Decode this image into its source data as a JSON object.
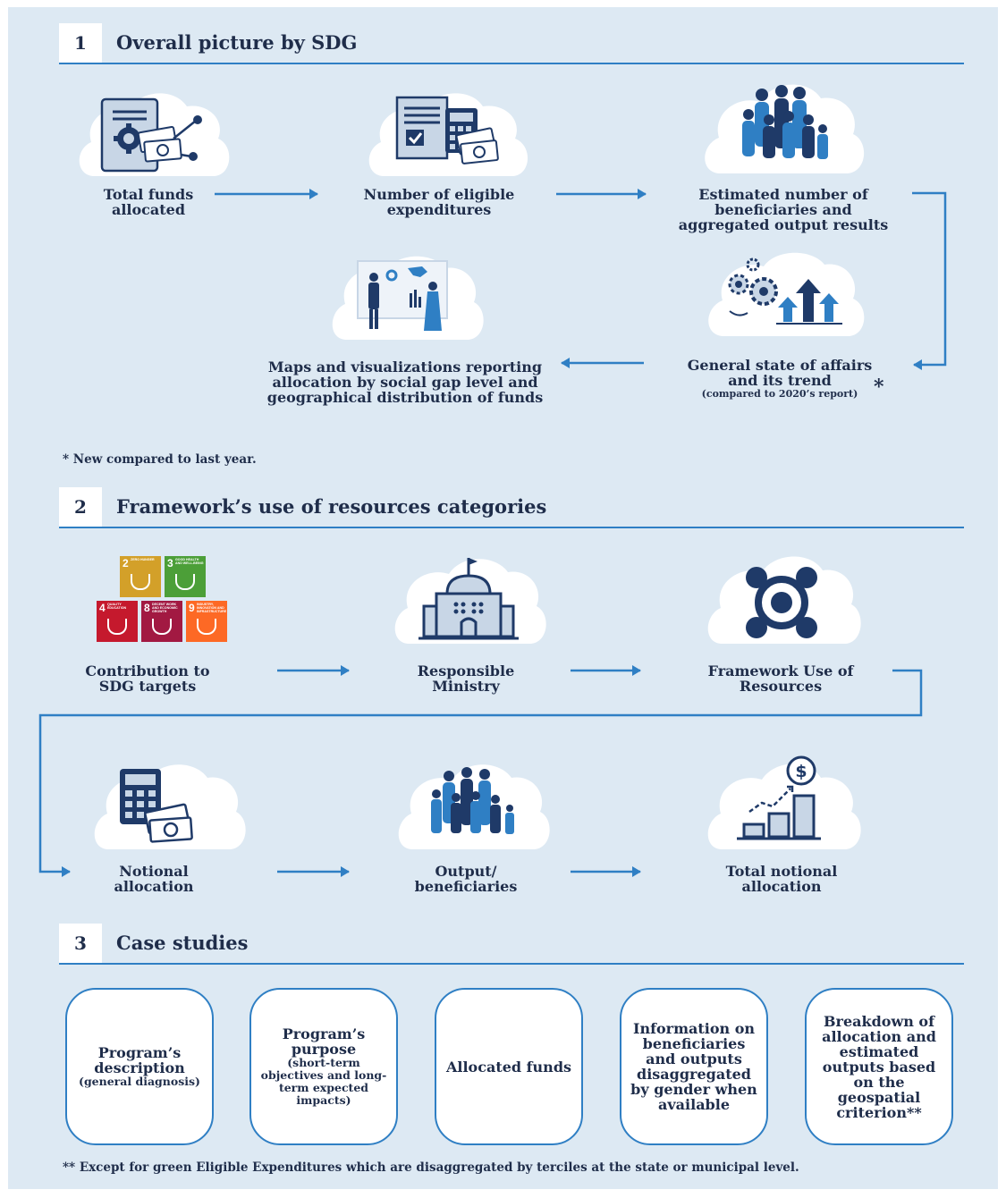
{
  "sections": [
    {
      "num": "1",
      "title": "Overall picture by SDG"
    },
    {
      "num": "2",
      "title": "Framework’s use of resources categories"
    },
    {
      "num": "3",
      "title": "Case studies"
    }
  ],
  "s1": {
    "total_funds": "Total funds allocated",
    "eligible": "Number of eligible expenditures",
    "beneficiaries": "Estimated number of beneficiaries and aggregated output results",
    "state_main": "General state of affairs and its trend",
    "state_sub": "(compared to 2020’s report)",
    "state_star": "*",
    "maps": "Maps and visualizations reporting allocation by social gap level and geographical distribution of funds",
    "note": "* New compared to last year."
  },
  "s2": {
    "sdg": "Contribution to SDG targets",
    "ministry": "Responsible Ministry",
    "framework": "Framework Use of Resources",
    "notional": "Notional allocation",
    "output": "Output/ beneficiaries",
    "total_notional": "Total notional allocation",
    "sdg_tiles": [
      {
        "n": "2",
        "t": "ZERO HUNGER",
        "color": "#d3a029"
      },
      {
        "n": "3",
        "t": "GOOD HEALTH AND WELL-BEING",
        "color": "#4c9f38"
      },
      {
        "n": "4",
        "t": "QUALITY EDUCATION",
        "color": "#c5192d"
      },
      {
        "n": "8",
        "t": "DECENT WORK AND ECONOMIC GROWTH",
        "color": "#a21942"
      },
      {
        "n": "9",
        "t": "INDUSTRY, INNOVATION AND INFRASTRUCTURE",
        "color": "#fd6925"
      }
    ]
  },
  "s3": {
    "cards": [
      {
        "main": "Program’s description",
        "sub": "(general diagnosis)"
      },
      {
        "main": "Program’s purpose",
        "sub": "(short-term objectives and long-term expected impacts)"
      },
      {
        "main": "Allocated funds",
        "sub": ""
      },
      {
        "main": "Information on beneficiaries and outputs disaggregated by gender when available",
        "sub": ""
      },
      {
        "main": "Breakdown of allocation and estimated outputs based on the geospatial criterion**",
        "sub": ""
      }
    ],
    "note": "** Except for green Eligible Expenditures which are disaggregated by terciles at the state or municipal level."
  },
  "colors": {
    "accent": "#2f7fc4",
    "navy": "#1f3a68",
    "panel": "#dde9f3"
  }
}
